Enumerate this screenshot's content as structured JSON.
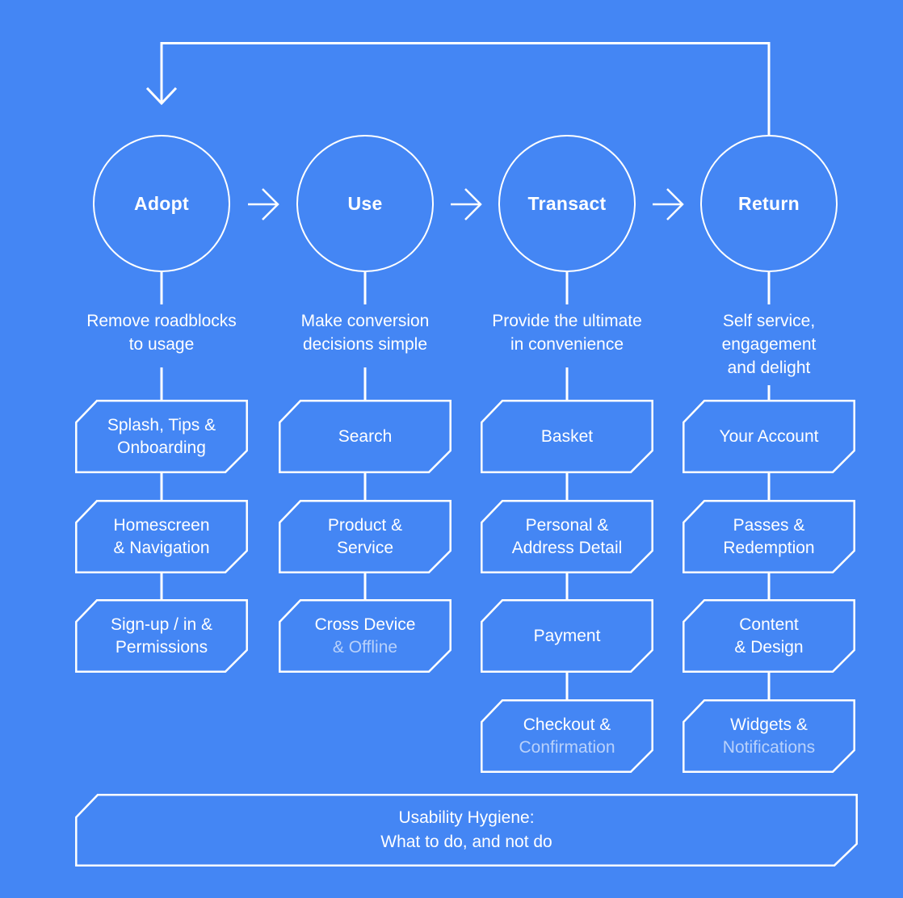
{
  "diagram": {
    "background_color": "#4486f4",
    "line_color": "#ffffff",
    "muted_text_color": "rgba(255,255,255,0.62)"
  },
  "stages": [
    {
      "label": "Adopt",
      "description": [
        "Remove roadblocks",
        "to usage"
      ],
      "boxes": [
        {
          "lines": [
            "Splash, Tips &",
            "Onboarding"
          ]
        },
        {
          "lines": [
            "Homescreen",
            "& Navigation"
          ]
        },
        {
          "lines": [
            "Sign-up / in &",
            "Permissions"
          ]
        }
      ]
    },
    {
      "label": "Use",
      "description": [
        "Make conversion",
        "decisions simple"
      ],
      "boxes": [
        {
          "lines": [
            "Search"
          ]
        },
        {
          "lines": [
            "Product &",
            "Service"
          ]
        },
        {
          "lines": [
            "Cross Device",
            "& Offline"
          ]
        }
      ]
    },
    {
      "label": "Transact",
      "description": [
        "Provide the ultimate",
        "in convenience"
      ],
      "boxes": [
        {
          "lines": [
            "Basket"
          ]
        },
        {
          "lines": [
            "Personal &",
            "Address Detail"
          ]
        },
        {
          "lines": [
            "Payment"
          ]
        },
        {
          "lines": [
            "Checkout &",
            "Confirmation"
          ]
        }
      ]
    },
    {
      "label": "Return",
      "description": [
        "Self service,",
        "engagement",
        "and delight"
      ],
      "boxes": [
        {
          "lines": [
            "Your Account"
          ]
        },
        {
          "lines": [
            "Passes &",
            "Redemption"
          ]
        },
        {
          "lines": [
            "Content",
            "& Design"
          ]
        },
        {
          "lines": [
            "Widgets &",
            "Notifications"
          ]
        }
      ]
    }
  ],
  "footer": {
    "lines": [
      "Usability Hygiene:",
      "What to do, and not do"
    ]
  }
}
